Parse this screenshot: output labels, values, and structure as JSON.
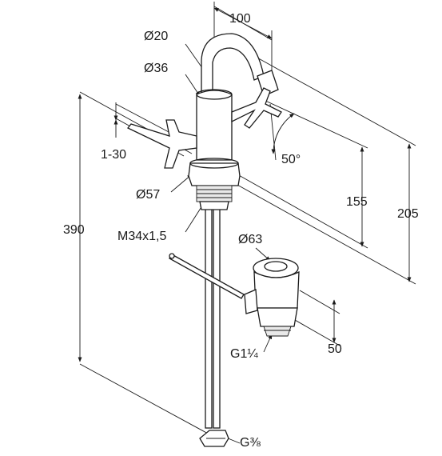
{
  "dimensions": {
    "spout_reach": "100",
    "spout_diameter": "Ø20",
    "body_diameter": "Ø36",
    "handle_adjust": "1-30",
    "swivel_angle": "50°",
    "base_diameter": "Ø57",
    "thread": "M34x1,5",
    "spout_height": "155",
    "total_height_top": "205",
    "total_height": "390",
    "waste_diameter": "Ø63",
    "waste_depth": "50",
    "waste_thread": "G1¼",
    "supply_thread": "G⅜"
  }
}
